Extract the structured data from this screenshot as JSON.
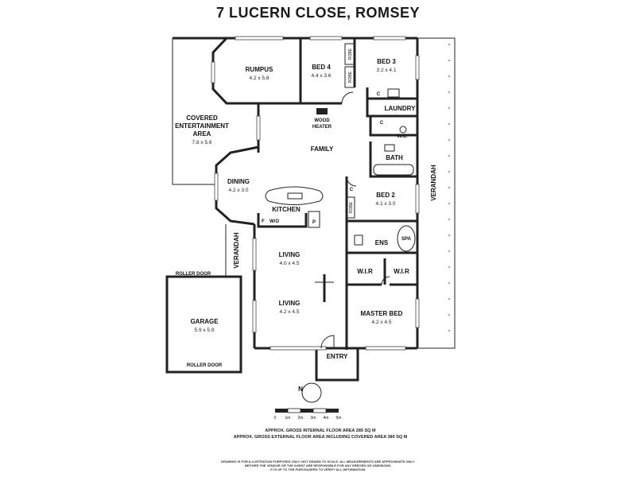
{
  "title": "7 LUCERN CLOSE, ROMSEY",
  "rooms": {
    "rumpus": {
      "name": "RUMPUS",
      "dims": "4.2 x 5.8"
    },
    "bed4": {
      "name": "BED 4",
      "dims": "4.4 x 3.6"
    },
    "bed3": {
      "name": "BED 3",
      "dims": "3.2 x 4.1"
    },
    "laundry": {
      "name": "LAUNDRY"
    },
    "covered": {
      "line1": "COVERED",
      "line2": "ENTERTAINMENT",
      "line3": "AREA",
      "dims": "7.8 x 5.6"
    },
    "wood_heater": {
      "line1": "WOOD",
      "line2": "HEATER"
    },
    "family": {
      "name": "FAMILY"
    },
    "wc": {
      "name": "W.C."
    },
    "bath": {
      "name": "BATH"
    },
    "dining": {
      "name": "DINING",
      "dims": "4.2 x 3.0"
    },
    "bed2": {
      "name": "BED 2",
      "dims": "4.1 x 3.0"
    },
    "kitchen": {
      "name": "KITCHEN"
    },
    "ens": {
      "name": "ENS"
    },
    "spa": {
      "name": "SPA"
    },
    "living1": {
      "name": "LIVING",
      "dims": "4.0 x 4.5"
    },
    "wir1": {
      "name": "W.I.R"
    },
    "wir2": {
      "name": "W.I.R"
    },
    "living2": {
      "name": "LIVING",
      "dims": "4.2 x 4.5"
    },
    "master": {
      "name": "MASTER BED",
      "dims": "4.2 x 4.5"
    },
    "garage": {
      "name": "GARAGE",
      "dims": "5.9 x 5.9"
    },
    "entry": {
      "name": "ENTRY"
    },
    "verandah_left": {
      "name": "VERANDAH"
    },
    "verandah_right": {
      "name": "VERANDAH"
    }
  },
  "labels": {
    "robe": "ROBE",
    "cupboard": "C",
    "pantry": "P",
    "fridge": "F",
    "washer": "W/O",
    "roller_door_top": "ROLLER DOOR",
    "roller_door_bottom": "ROLLER DOOR"
  },
  "scale": {
    "ticks": [
      "0",
      "1m",
      "2m",
      "3m",
      "4m",
      "5m"
    ],
    "north": "N"
  },
  "notes": {
    "internal_area": "APPROX. GROSS INTERNAL FLOOR AREA 285 SQ M",
    "external_area": "APPROX. GROSS EXTERNAL FLOOR AREA INCLUDING COVERED AREA 380 SQ M"
  },
  "disclaimer": {
    "line1": "DRAWING IS FOR ILLUSTRATION PURPOSES ONLY. NOT DRAWN TO SCALE. ALL MEASUREMENTS ARE APPROXIMATE ONLY.",
    "line2": "NEITHER THE VENDOR OR THE AGENT ARE RESPONSIBLE FOR ANY ERRORS OR OMISSIONS.",
    "line3": "IT IS UP TO THE PURCHASERS TO VERIFY ALL INFORMATION."
  },
  "colors": {
    "wall": "#222222",
    "background": "#ffffff"
  }
}
